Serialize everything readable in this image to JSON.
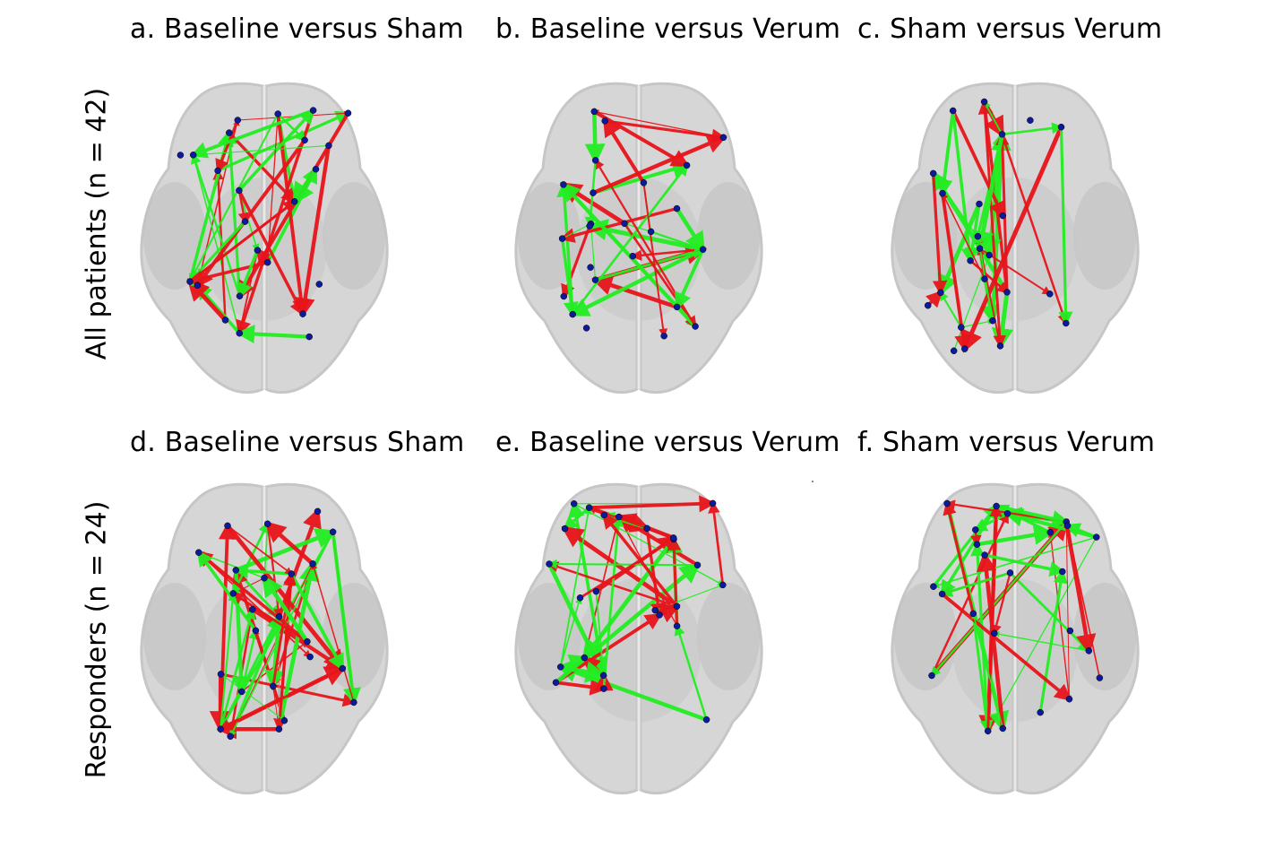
{
  "row_labels": [
    "All patients  (n = 42)",
    "Responders  (n = 24)"
  ],
  "panels": [
    {
      "title": "a. Baseline  versus  Sham",
      "seed": 11,
      "edges": 40,
      "green_ratio": 0.55
    },
    {
      "title": "b. Baseline  versus  Verum",
      "seed": 23,
      "edges": 34,
      "green_ratio": 0.45
    },
    {
      "title": "c. Sham  versus  Verum",
      "seed": 37,
      "edges": 38,
      "green_ratio": 0.5
    },
    {
      "title": "d. Baseline  versus  Sham",
      "seed": 51,
      "edges": 52,
      "green_ratio": 0.45
    },
    {
      "title": "e. Baseline  versus  Verum",
      "seed": 67,
      "edges": 46,
      "green_ratio": 0.45
    },
    {
      "title": "f. Sham  versus  Verum",
      "seed": 79,
      "edges": 36,
      "green_ratio": 0.5
    }
  ],
  "colors": {
    "increase": "#e8141b",
    "decrease": "#22ee22",
    "node": "#0d1a9c",
    "brain": "#cfcfcf"
  }
}
